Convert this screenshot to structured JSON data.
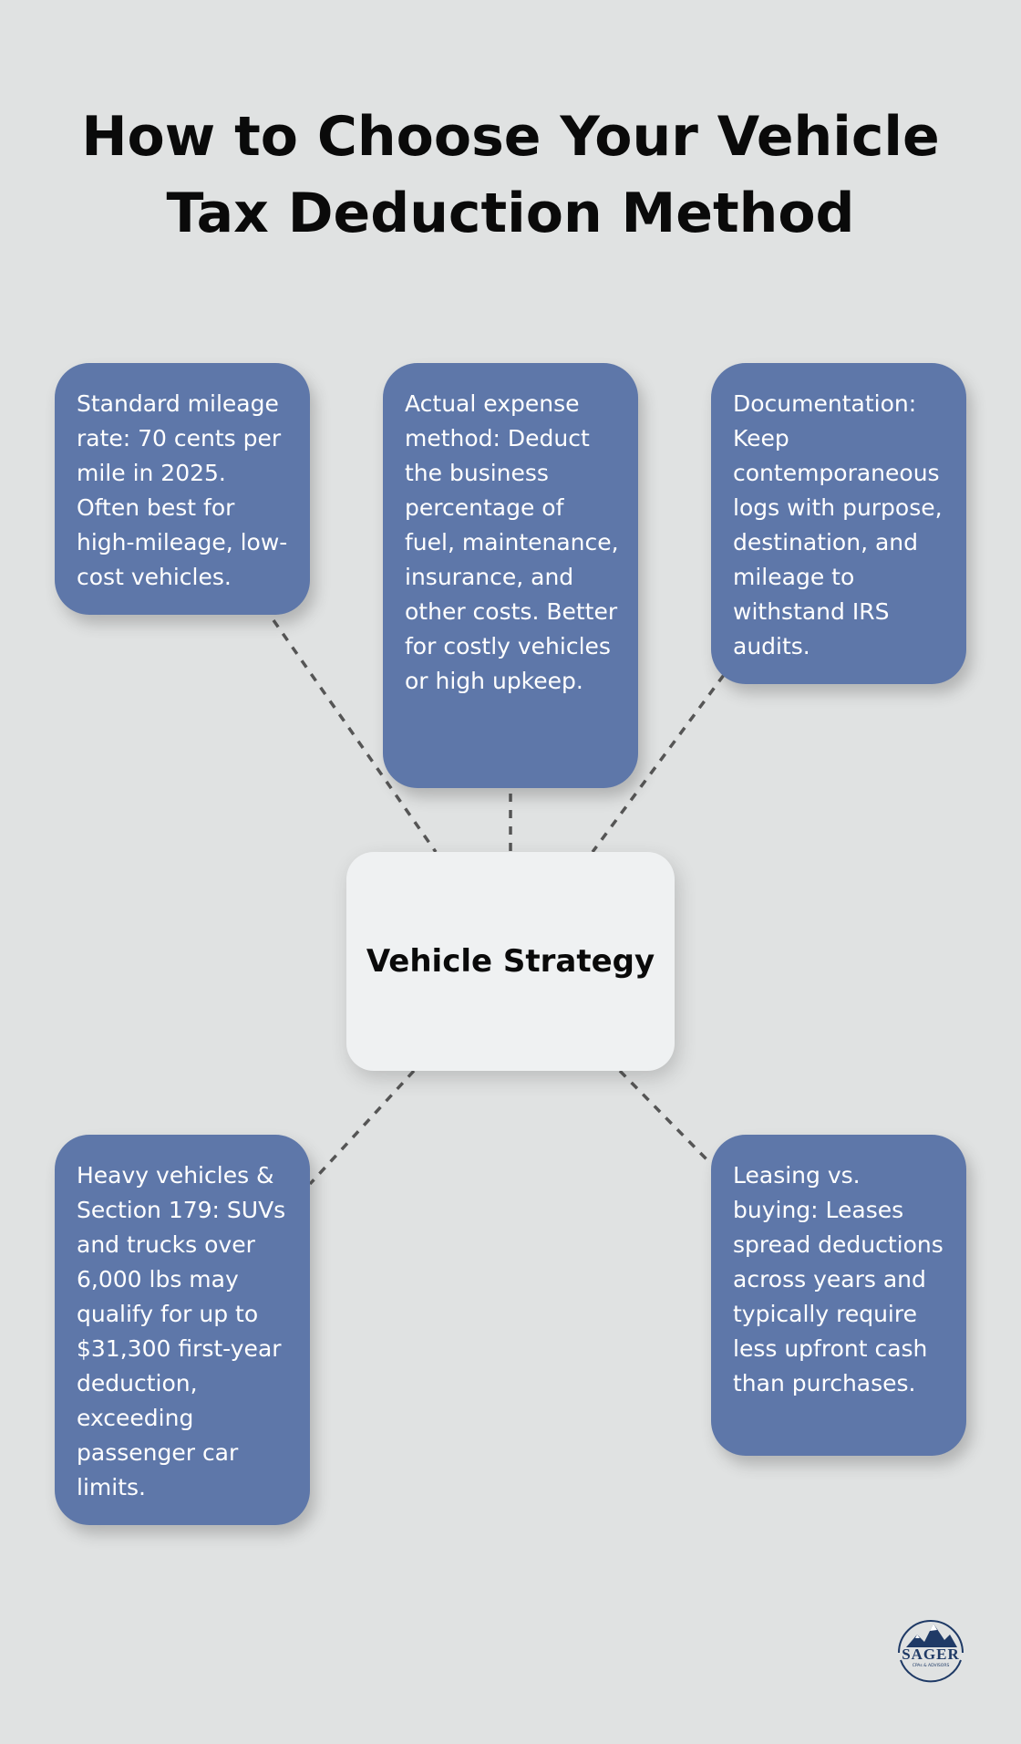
{
  "title": {
    "line1": "How to Choose Your Vehicle",
    "line2": "Tax Deduction Method"
  },
  "center": {
    "label": "Vehicle Strategy"
  },
  "nodes": [
    {
      "text": "Standard mileage rate: 70 cents per mile in 2025. Often best for high-mileage, low-cost vehicles."
    },
    {
      "text": "Actual expense method: Deduct the business percentage of fuel, maintenance, insurance, and other costs. Better for costly vehicles or high upkeep."
    },
    {
      "text": "Documentation: Keep contemporaneous logs with purpose, destination, and mileage to withstand IRS audits."
    },
    {
      "text": "Heavy vehicles & Section 179: SUVs and trucks over 6,000 lbs may qualify for up to $31,300 first-year deduction, exceeding passenger car limits."
    },
    {
      "text": "Leasing vs. buying: Leases spread deductions across years and typically require less upfront cash than purchases."
    }
  ],
  "colors": {
    "background": "#e0e2e2",
    "node_fill": "#5e77a9",
    "center_fill": "#eff1f2",
    "connector": "#555555",
    "logo": "#1f3a66"
  },
  "logo": {
    "icon": "mountain-logo-icon",
    "name": "SAGER",
    "tagline": "CPAs & ADVISORS"
  }
}
